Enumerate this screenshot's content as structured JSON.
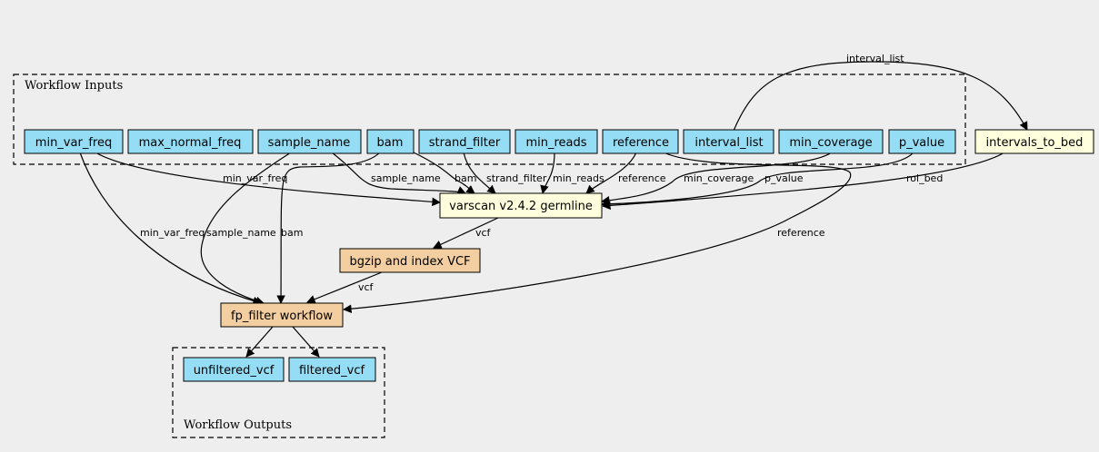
{
  "colors": {
    "background": "#eeeeee",
    "input": "#94ddf4",
    "step": "#ffffdd",
    "subworkflow": "#f3cea1",
    "output": "#94ddf4"
  },
  "clusters": {
    "inputs": "Workflow Inputs",
    "outputs": "Workflow Outputs"
  },
  "nodes": {
    "min_var_freq": "min_var_freq",
    "max_normal_freq": "max_normal_freq",
    "sample_name": "sample_name",
    "bam": "bam",
    "strand_filter": "strand_filter",
    "min_reads": "min_reads",
    "reference": "reference",
    "interval_list": "interval_list",
    "min_coverage": "min_coverage",
    "p_value": "p_value",
    "intervals_to_bed": "intervals_to_bed",
    "varscan": "varscan v2.4.2 germline",
    "bgzip": "bgzip and index VCF",
    "fp_filter": "fp_filter workflow",
    "unfiltered_vcf": "unfiltered_vcf",
    "filtered_vcf": "filtered_vcf"
  },
  "edges": {
    "interval_list_to_bed": "interval_list",
    "min_var_freq_varscan": "min_var_freq",
    "sample_name_varscan": "sample_name",
    "bam_varscan": "bam",
    "strand_filter_varscan": "strand_filter",
    "min_reads_varscan": "min_reads",
    "reference_varscan": "reference",
    "min_coverage_varscan": "min_coverage",
    "p_value_varscan": "p_value",
    "roi_bed_varscan": "roi_bed",
    "varscan_bgzip": "vcf",
    "bgzip_fp": "vcf",
    "min_var_freq_fp": "min_var_freq",
    "sample_name_fp": "sample_name",
    "bam_fp": "bam",
    "reference_fp": "reference"
  }
}
